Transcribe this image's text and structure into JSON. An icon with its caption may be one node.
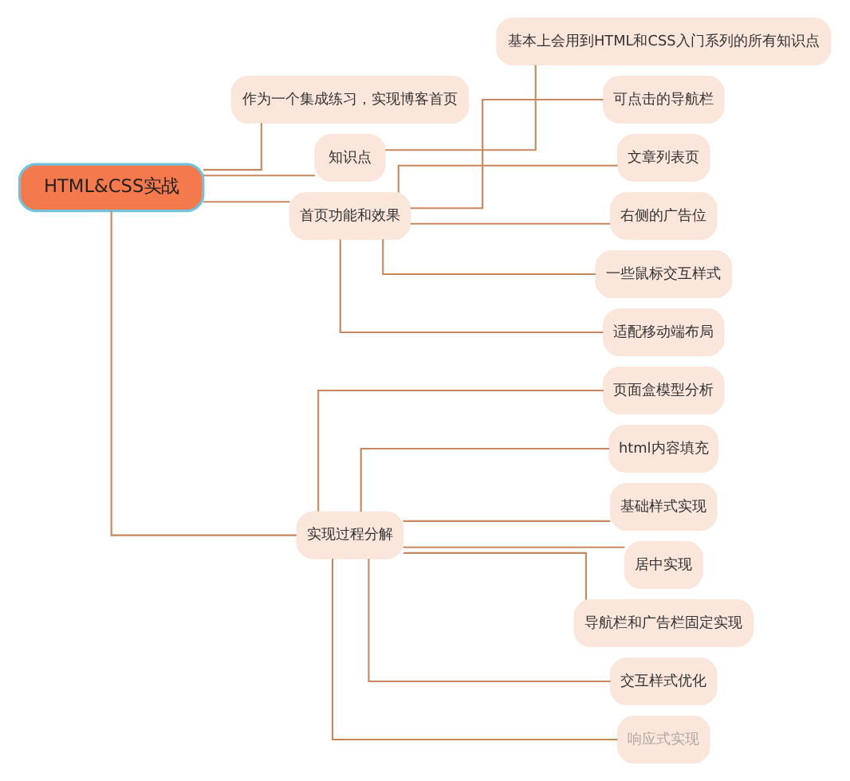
{
  "diagram": {
    "nodes": [
      {
        "text": [
          "HTML&CSS实战"
        ]
      },
      {
        "text": [
          "作为一个集成练习，实现博客首页"
        ]
      },
      {
        "text": [
          "知识点"
        ]
      },
      {
        "text": [
          "基本上会用到HTML和CSS入门系列的所有知识点"
        ]
      },
      {
        "text": [
          "首页功能和效果"
        ]
      },
      {
        "text": [
          "可点击的导航栏"
        ]
      },
      {
        "text": [
          "文章列表页"
        ]
      },
      {
        "text": [
          "右侧的广告位"
        ]
      },
      {
        "text": [
          "一些鼠标交互样式"
        ]
      },
      {
        "text": [
          "适配移动端布局"
        ]
      },
      {
        "text": [
          "实现过程分解"
        ]
      },
      {
        "text": [
          "页面盒模型分析"
        ]
      },
      {
        "text": [
          "html内容填充"
        ]
      },
      {
        "text": [
          "基础样式实现"
        ]
      },
      {
        "text": [
          "居中实现"
        ]
      },
      {
        "text": [
          "导航栏和广告栏固定实现"
        ]
      },
      {
        "text": [
          "交互样式优化"
        ]
      },
      {
        "text": [
          "响应式实现"
        ]
      }
    ],
    "edges": [
      {
        "from": 0,
        "to": 1,
        "arrow": "none"
      },
      {
        "from": 0,
        "to": 2,
        "arrow": "none"
      },
      {
        "from": 2,
        "to": 3,
        "arrow": "none"
      },
      {
        "from": 0,
        "to": 4,
        "arrow": "none"
      },
      {
        "from": 4,
        "to": 5,
        "arrow": "none"
      },
      {
        "from": 4,
        "to": 6,
        "arrow": "none"
      },
      {
        "from": 4,
        "to": 7,
        "arrow": "none"
      },
      {
        "from": 4,
        "to": 8,
        "arrow": "none"
      },
      {
        "from": 4,
        "to": 9,
        "arrow": "none"
      },
      {
        "from": 0,
        "to": 10,
        "arrow": "none"
      },
      {
        "from": 10,
        "to": 11,
        "arrow": "none"
      },
      {
        "from": 10,
        "to": 12,
        "arrow": "none"
      },
      {
        "from": 10,
        "to": 13,
        "arrow": "none"
      },
      {
        "from": 10,
        "to": 14,
        "arrow": "none"
      },
      {
        "from": 10,
        "to": 15,
        "arrow": "none"
      },
      {
        "from": 10,
        "to": 16,
        "arrow": "none"
      },
      {
        "from": 10,
        "to": 17,
        "arrow": "none"
      }
    ]
  }
}
